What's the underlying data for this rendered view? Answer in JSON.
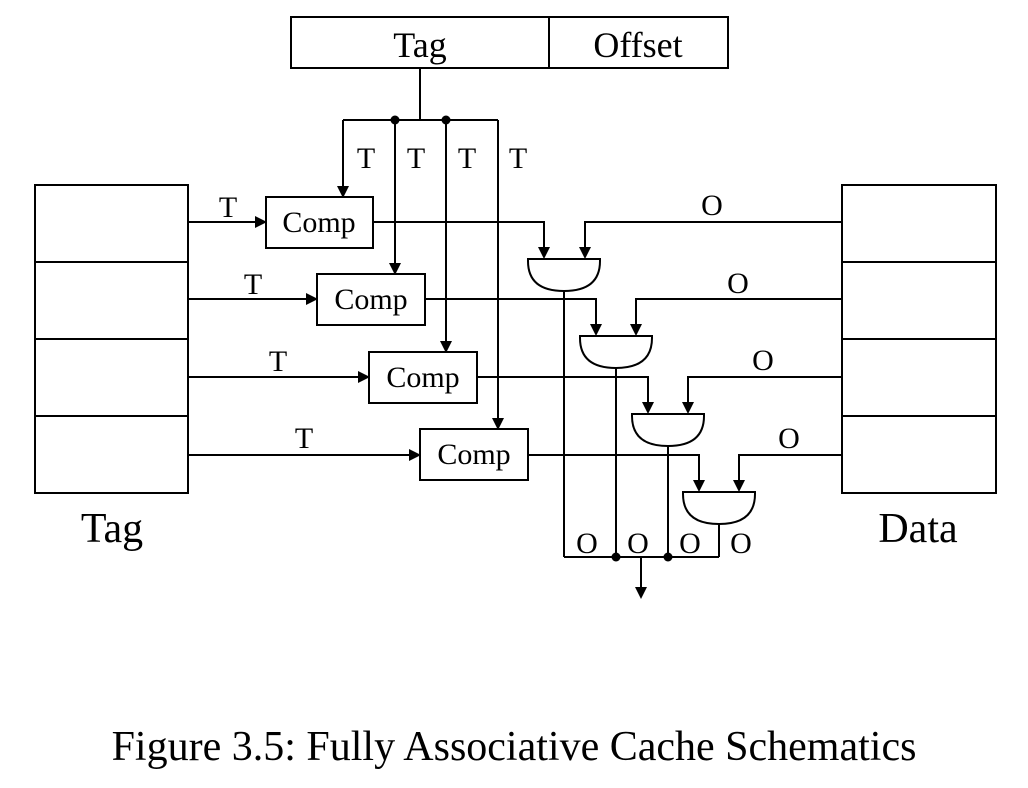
{
  "address": {
    "tag_field": "Tag",
    "offset_field": "Offset"
  },
  "wire_labels": {
    "tag": "T",
    "offset": "O"
  },
  "comparator_label": "Comp",
  "tag_array_label": "Tag",
  "data_array_label": "Data",
  "caption": "Figure 3.5: Fully Associative Cache Schematics"
}
